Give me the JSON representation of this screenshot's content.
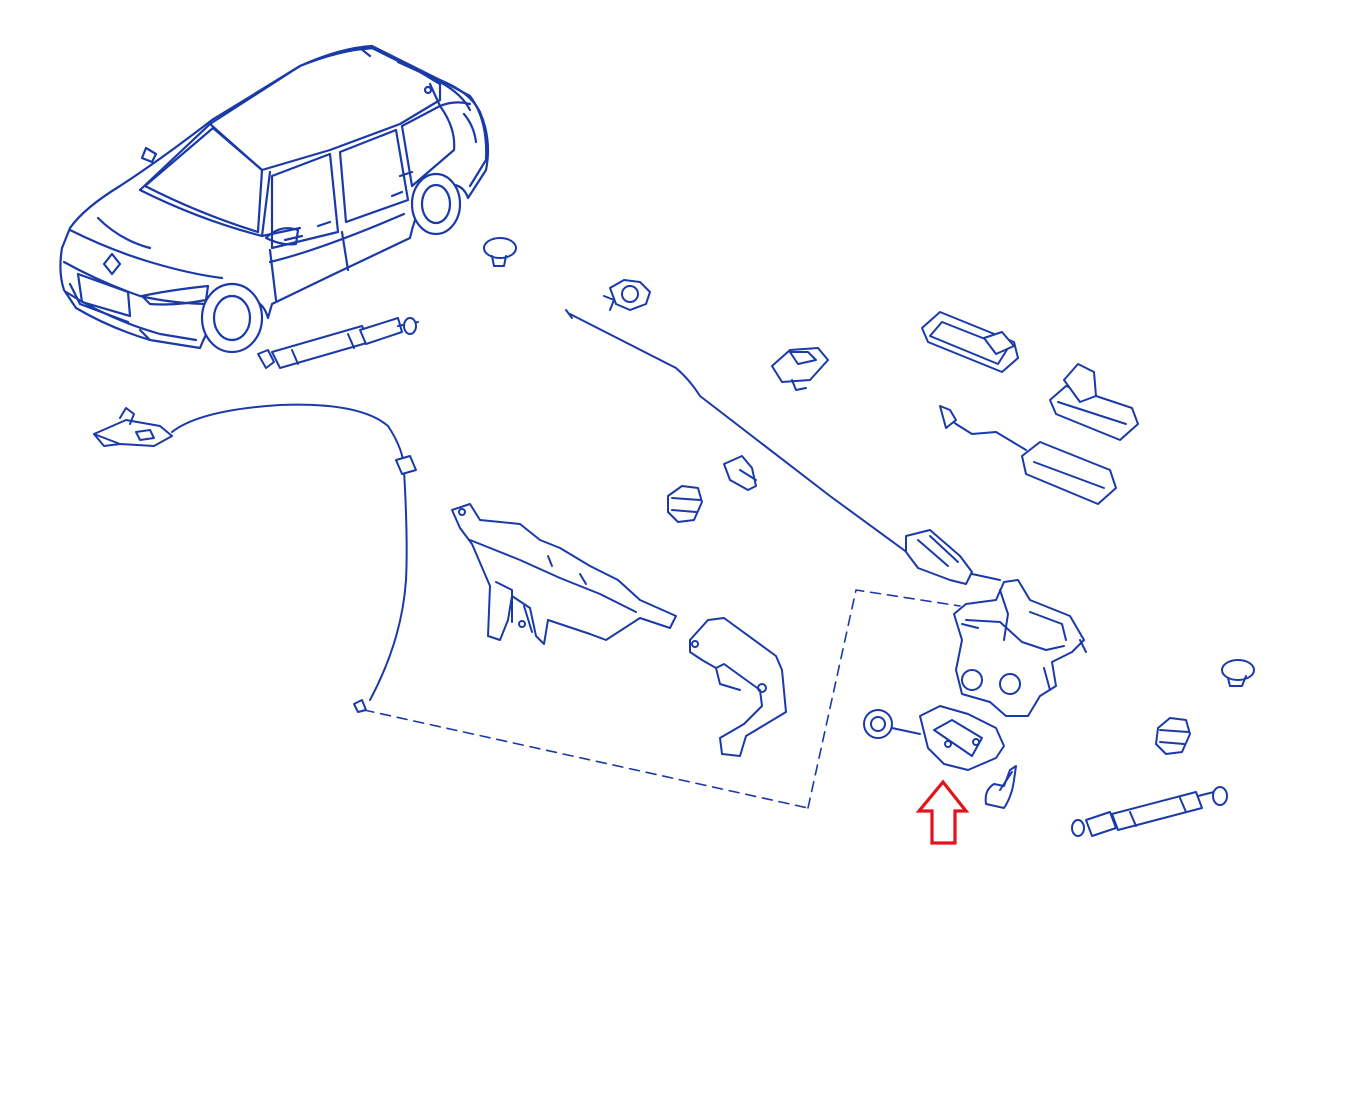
{
  "colors": {
    "background": "#ffffff",
    "line": "#1a3aa8",
    "highlight_arrow": "#e3131b"
  },
  "parts": [
    {
      "id": "car",
      "icon": "vehicle-icon"
    },
    {
      "id": "gas-strut-left",
      "icon": "gas-strut-icon"
    },
    {
      "id": "gas-strut-right",
      "icon": "gas-strut-icon"
    },
    {
      "id": "release-cable",
      "icon": "cable-icon"
    },
    {
      "id": "control-rod",
      "icon": "rod-icon"
    },
    {
      "id": "lock-bracket",
      "icon": "bracket-icon"
    },
    {
      "id": "support-bracket",
      "icon": "bracket-icon"
    },
    {
      "id": "tailgate-lock",
      "icon": "lock-mechanism-icon"
    },
    {
      "id": "striker-plate",
      "icon": "striker-icon"
    },
    {
      "id": "rubber-buffer-top",
      "icon": "buffer-icon"
    },
    {
      "id": "rubber-buffer-right",
      "icon": "buffer-icon"
    },
    {
      "id": "clips",
      "icon": "clip-icon"
    },
    {
      "id": "license-lamps",
      "icon": "lamp-icon"
    },
    {
      "id": "screw",
      "icon": "screw-icon"
    }
  ]
}
